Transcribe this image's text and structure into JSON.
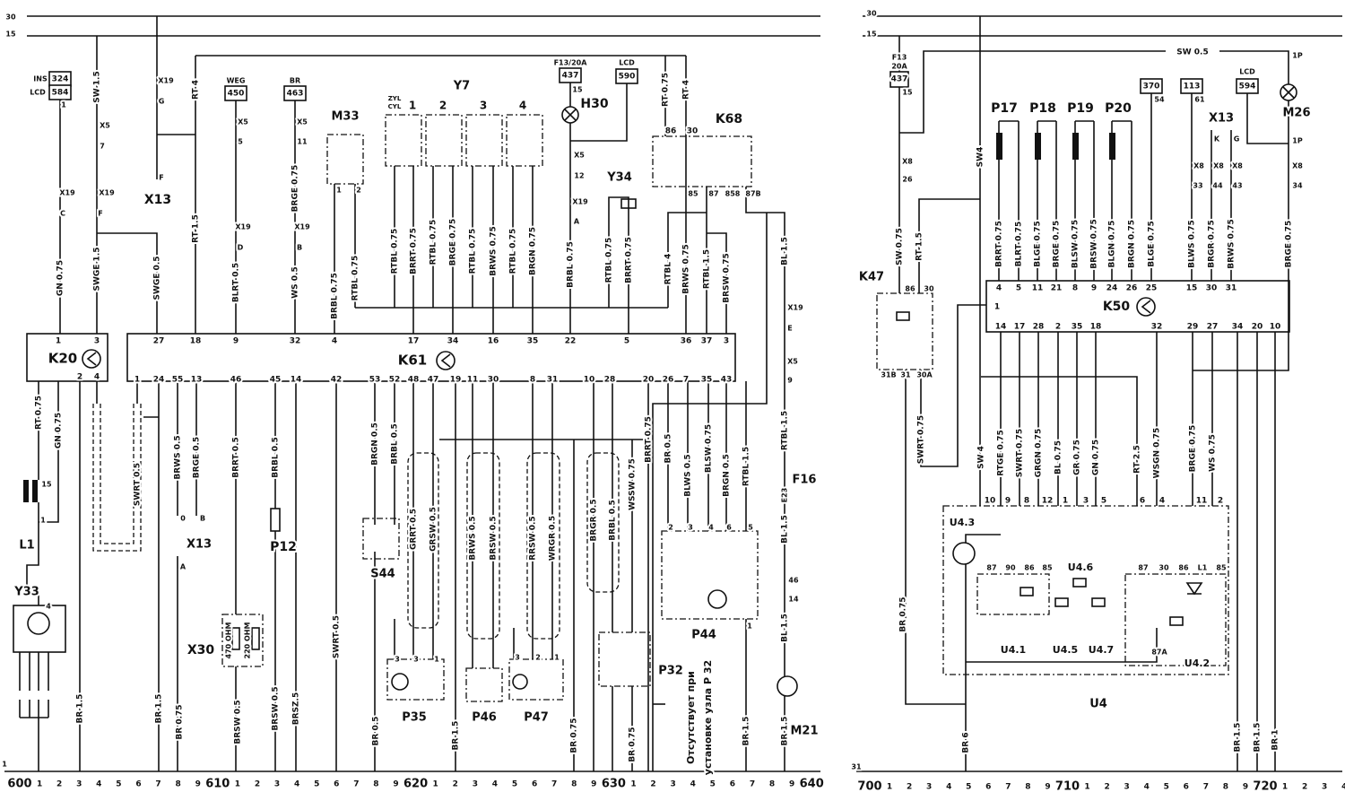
{
  "rails": {
    "r30_left": "30",
    "r15_left": "15",
    "r30_right": "30",
    "r15_right": "15",
    "gnd_left": "1",
    "gnd_right": "31"
  },
  "k20": {
    "label": "K20",
    "top_pins": [
      "1",
      "3"
    ],
    "bottom_pins": [
      "2",
      "4"
    ]
  },
  "k61": {
    "label": "K61",
    "top_pins": [
      "27",
      "18",
      "9",
      "32",
      "4",
      "17",
      "34",
      "16",
      "35",
      "22",
      "5",
      "36",
      "37",
      "3"
    ],
    "bottom_pins": [
      "1",
      "24",
      "55",
      "13",
      "46",
      "45",
      "14",
      "42",
      "53",
      "52",
      "48",
      "47",
      "19",
      "11",
      "30",
      "8",
      "31",
      "10",
      "28",
      "20",
      "26",
      "7",
      "35",
      "43"
    ]
  },
  "k50": {
    "label": "K50",
    "top_pins": [
      "4",
      "5",
      "11",
      "21",
      "8",
      "9",
      "24",
      "26",
      "25",
      "15",
      "30",
      "31"
    ],
    "left_pin": "1",
    "bottom_pins": [
      "14",
      "17",
      "28",
      "2",
      "35",
      "18",
      "32",
      "29",
      "27",
      "34",
      "20",
      "10"
    ]
  },
  "labels": {
    "ins": "INS",
    "ins_box": "324",
    "lcd1": "LCD",
    "lcd1_box": "584",
    "lcd1_pin": "1",
    "weg": "WEG",
    "weg_box": "450",
    "br463": "BR",
    "br463_box": "463",
    "x19a": "X19",
    "x19a_p": "G",
    "x13a_p": "F",
    "x13a": "X13",
    "x5a": "X5",
    "x5a_p": "7",
    "x19b": "X19",
    "x19b_p": "C",
    "x19c": "X19",
    "x19c_p": "F",
    "x5b": "X5",
    "x5b_p": "5",
    "x19d": "X19",
    "x19d_p": "D",
    "x5c": "X5",
    "x5c_p": "11",
    "x19e": "X19",
    "x19e_p": "B",
    "m33": "M33",
    "m33_p1": "1",
    "m33_p2": "2",
    "y7": "Y7",
    "zyl": "ZYL",
    "cyl": "CYL",
    "cyl1": "1",
    "cyl2": "2",
    "cyl3": "3",
    "cyl4": "4",
    "f13": "F13/20A",
    "f13_box": "437",
    "f13_p": "15",
    "h30": "H30",
    "lcd2": "LCD",
    "lcd2_box": "590",
    "x5d": "X5",
    "x5d_p": "12",
    "x19f": "X19",
    "x19f_p": "A",
    "y34": "Y34",
    "k68": "K68",
    "k68_86": "86",
    "k68_30": "30",
    "k68_85": "85",
    "k68_87": "87",
    "k68_858": "858",
    "k68_87b": "87B",
    "x19g": "X19",
    "x19g_p": "E",
    "x5e": "X5",
    "x5e_p": "9",
    "f16": "F16",
    "f16_sym": "E23",
    "c46": "46",
    "c14": "14",
    "m21": "M21",
    "l1": "L1",
    "l1_15": "15",
    "l1_1": "1",
    "y33": "Y33",
    "y33_p": "4",
    "x13b": "X13",
    "x13b_0": "0",
    "x13b_b": "B",
    "x13b_a": "A",
    "p12": "P12",
    "x30": "X30",
    "r470": "470 OHM",
    "r220": "220 OHM",
    "s44": "S44",
    "p35": "P35",
    "p35_3a": "3",
    "p35_3b": "3",
    "p35_1": "1",
    "p46": "P46",
    "p47": "P47",
    "p47_3": "3",
    "p47_2": "2",
    "p47_1": "1",
    "p32": "P32",
    "p44": "P44",
    "p44_2": "2",
    "p44_3": "3",
    "p44_4": "4",
    "p44_6": "6",
    "p44_5": "5",
    "p44_1": "1",
    "rf13a": "F13",
    "rf13b": "20A",
    "rf13_box": "437",
    "rf13_p": "15",
    "rx8a": "X8",
    "rx8a_p": "26",
    "sw05": "SW 0.5",
    "p1a": "1P",
    "p1b": "1P",
    "m26": "M26",
    "rx8b": "X8",
    "rx8b_p": "34",
    "p17": "P17",
    "p18": "P18",
    "p19": "P19",
    "p20": "P20",
    "b370": "370",
    "b370_p": "54",
    "b113": "113",
    "b113_p": "61",
    "lcd3": "LCD",
    "lcd3_box": "594",
    "rx13": "X13",
    "rx13_k": "K",
    "rx13_g": "G",
    "rx8c": "X8",
    "rx8c_p": "33",
    "rx8d": "X8",
    "rx8d_p": "44",
    "rx8e": "X8",
    "rx8e_p": "43",
    "k47": "K47",
    "k47_86": "86",
    "k47_30": "30",
    "k47_31b": "31B",
    "k47_31": "31",
    "k47_30a": "30A",
    "u43": "U4.3",
    "u41": "U4.1",
    "u45": "U4.5",
    "u46": "U4.6",
    "u47": "U4.7",
    "u42": "U4.2",
    "u4_87a": "87A",
    "u4": "U4",
    "u4p10": "10",
    "u4p9": "9",
    "u4p8": "8",
    "u4p12": "12",
    "u4p1": "1",
    "u4p3": "3",
    "u4p5": "5",
    "u4p6": "6",
    "u4p4": "4",
    "u4p11": "11",
    "u4p2": "2",
    "r1_87": "87",
    "r1_90": "90",
    "r1_86": "86",
    "r1_85": "85",
    "r2_87": "87",
    "r2_30": "30",
    "r2_86": "86",
    "r2_l1": "L1",
    "r2_85": "85",
    "note1": "Отсутствует при",
    "note2": "установке узла P 32"
  },
  "left_wires": [
    "GN 0.75",
    "SW 1.5",
    "SWGE 1.5",
    "SWGE 0.5",
    "RT 4",
    "RT 1.5",
    "BLRT 0.5",
    "BRGE 0.75",
    "WS 0.5",
    "BRBL 0.75",
    "RTBL 0.75",
    "RTBL 0.75",
    "BRRT 0.75",
    "RTBL 0.75",
    "BRGE 0.75",
    "RTBL 0.75",
    "BRWS 0.75",
    "RTBL 0.75",
    "BRGN 0.75",
    "BRBL 0.75",
    "RTBL 0.75",
    "BRRT 0.75",
    "RT 0.75",
    "RT 4",
    "RTBL 4",
    "BRWS 0.75",
    "RTBL 1.5",
    "BRSW 0.75",
    "BL 1.5",
    "RTBL 1.5",
    "BL 1.5",
    "BL 1.5",
    "BR 1.5",
    "RT 0.75",
    "GN 0.75",
    "BR 1.5",
    "SWRT 0.5",
    "BR 1.5",
    "BR 0.75",
    "BRWS 0.5",
    "BRGE 0.5",
    "BRRT 0.5",
    "BRSW 0.5",
    "BRBL 0.5",
    "BRSW 0.5",
    "BRSZ.5",
    "SWRT 0.5",
    "BRGN 0.5",
    "BRBL 0.5",
    "BR 0.5",
    "GRRT 0.5",
    "GRSW 0.5",
    "BR 1.5",
    "BRWS 0.5",
    "BRSW 0.5",
    "RRSW 0.5",
    "WRGR 0.5",
    "BR 0.75",
    "BRGR 0.5",
    "BRBL 0.5",
    "WSSW 0.75",
    "BR 0.75",
    "BRRT 0.75",
    "BR 0.5",
    "BLWS 0.5",
    "BLSW 0.75",
    "BRGN 0.5",
    "RTBL 1.5",
    "BR 1.5"
  ],
  "right_wires": [
    "SW4",
    "SW 0.75",
    "RT 1.5",
    "BRRT 0.75",
    "BLRT 0.75",
    "BLGE 0.75",
    "BRGE 0.75",
    "BLSW 0.75",
    "BRSW 0.75",
    "BLGN 0.75",
    "BRGN 0.75",
    "BLGE 0.75",
    "BLWS 0.75",
    "BRGR 0.75",
    "BRWS 0.75",
    "BRGE 0.75",
    "SWRT 0.75",
    "SW 4",
    "RTGE 0.75",
    "SWRT 0.75",
    "GRGN 0.75",
    "BL 0.75",
    "GR 0.75",
    "GN 0.75",
    "RT 2.5",
    "WSGN 0.75",
    "BRGE 0.75",
    "WS 0.75",
    "BR 0.75",
    "BR 6",
    "BR 1.5",
    "BR 1.5",
    "BR 1"
  ],
  "ruler_left": [
    "600",
    "1",
    "2",
    "3",
    "4",
    "5",
    "6",
    "7",
    "8",
    "9",
    "610",
    "1",
    "2",
    "3",
    "4",
    "5",
    "6",
    "7",
    "8",
    "9",
    "620",
    "1",
    "2",
    "3",
    "4",
    "5",
    "6",
    "7",
    "8",
    "9",
    "630",
    "1",
    "2",
    "3",
    "4",
    "5",
    "6",
    "7",
    "8",
    "9",
    "640"
  ],
  "ruler_right": [
    "700",
    "1",
    "2",
    "3",
    "4",
    "5",
    "6",
    "7",
    "8",
    "9",
    "710",
    "1",
    "2",
    "3",
    "4",
    "5",
    "6",
    "7",
    "8",
    "9",
    "720",
    "1",
    "2",
    "3",
    "4"
  ]
}
